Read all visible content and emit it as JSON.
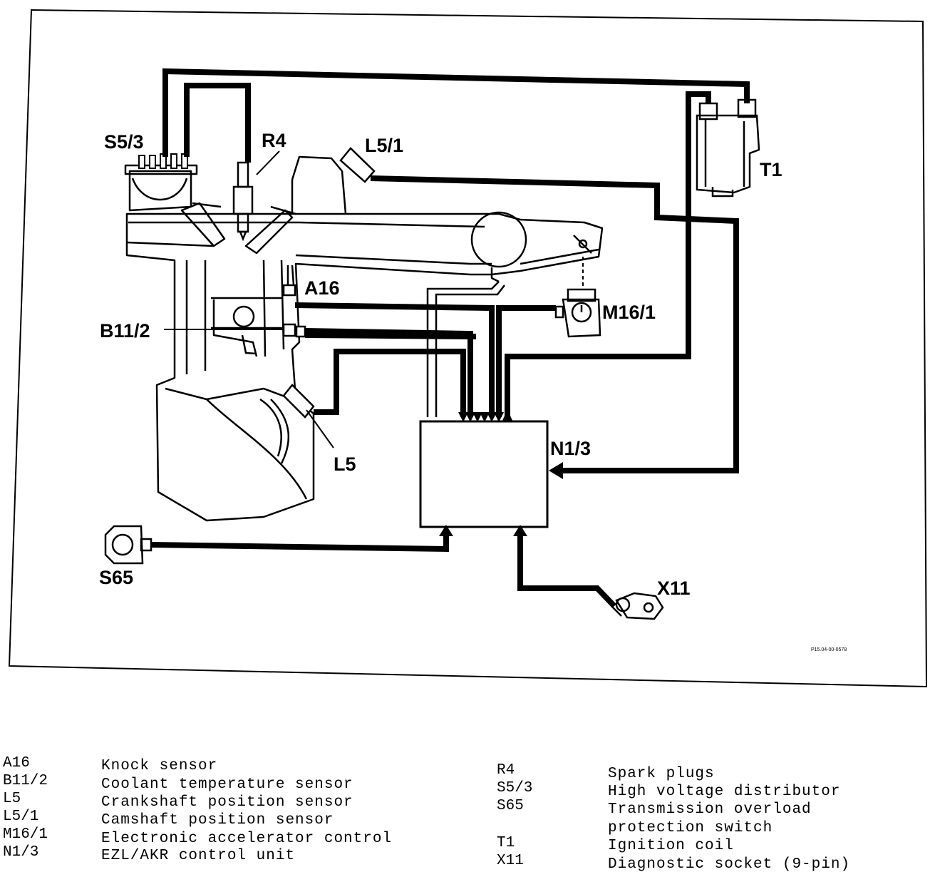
{
  "labels": {
    "s5_3": "S5/3",
    "r4": "R4",
    "l5_1": "L5/1",
    "t1": "T1",
    "a16": "A16",
    "b11_2": "B11/2",
    "m16_1": "M16/1",
    "n1_3": "N1/3",
    "l5": "L5",
    "s65": "S65",
    "x11": "X11"
  },
  "ref_code": "P15.04-00-0578",
  "legend": {
    "left": [
      {
        "code": "A16",
        "desc": "Knock sensor"
      },
      {
        "code": "B11/2",
        "desc": "Coolant temperature sensor"
      },
      {
        "code": "L5",
        "desc": "Crankshaft position sensor"
      },
      {
        "code": "L5/1",
        "desc": "Camshaft position sensor"
      },
      {
        "code": "M16/1",
        "desc": "Electronic accelerator control"
      },
      {
        "code": "N1/3",
        "desc": "EZL/AKR control unit"
      }
    ],
    "right": [
      {
        "code": "R4",
        "desc": "Spark plugs"
      },
      {
        "code": "S5/3",
        "desc": "High voltage distributor"
      },
      {
        "code": "S65",
        "desc": "Transmission overload"
      },
      {
        "code": "",
        "desc": "protection switch"
      },
      {
        "code": "T1",
        "desc": "Ignition coil"
      },
      {
        "code": "X11",
        "desc": "Diagnostic socket (9-pin)"
      }
    ]
  }
}
